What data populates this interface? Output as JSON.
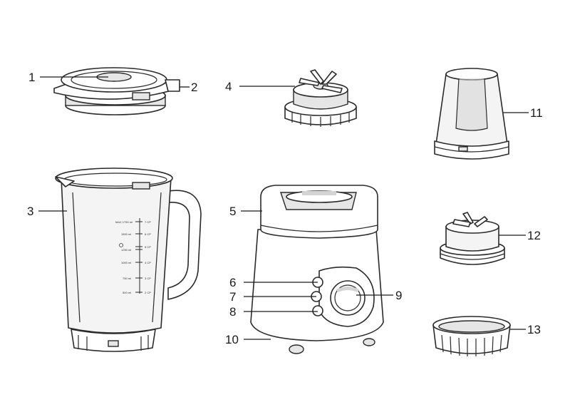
{
  "callouts": [
    {
      "id": "1",
      "label": "1"
    },
    {
      "id": "2",
      "label": "2"
    },
    {
      "id": "3",
      "label": "3"
    },
    {
      "id": "4",
      "label": "4"
    },
    {
      "id": "5",
      "label": "5"
    },
    {
      "id": "6",
      "label": "6"
    },
    {
      "id": "7",
      "label": "7"
    },
    {
      "id": "8",
      "label": "8"
    },
    {
      "id": "9",
      "label": "9"
    },
    {
      "id": "10",
      "label": "10"
    },
    {
      "id": "11",
      "label": "11"
    },
    {
      "id": "12",
      "label": "12"
    },
    {
      "id": "13",
      "label": "13"
    }
  ],
  "jar_markings": [
    {
      "ml": "MAX 1750 ml",
      "cups": "7 CP"
    },
    {
      "ml": "1500 ml",
      "cups": "6 CP"
    },
    {
      "ml": "",
      "cups": "5 CP"
    },
    {
      "ml": "1250 ml",
      "cups": "5 CP"
    },
    {
      "ml": "1000 ml",
      "cups": "4 CP"
    },
    {
      "ml": "750 ml",
      "cups": "3 CP"
    },
    {
      "ml": "500 ml",
      "cups": "2 CP"
    }
  ]
}
